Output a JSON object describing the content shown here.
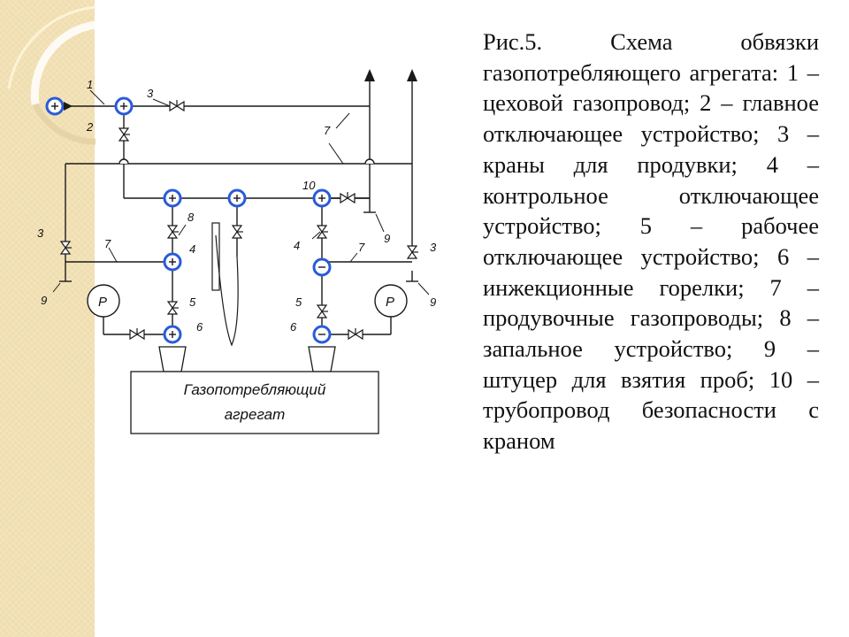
{
  "caption": "Рис.5. Схема обвязки газопотребляющего агрегата: 1 – цеховой газопровод; 2 – главное отключающее устройство; 3 – краны для продувки; 4 – контрольное отключающее устройство; 5 – рабочее отключающее устройство; 6 – инжекционные горелки; 7 – продувочные газопроводы; 8 – запальное устройство; 9 – штуцер для взятия проб; 10 – трубопровод безопасности с краном",
  "diagram": {
    "unit_label_line1": "Газопотребляющий",
    "unit_label_line2": "агрегат",
    "manometer_label": "P",
    "labels": {
      "n1": "1",
      "n2": "2",
      "n3": "3",
      "n4": "4",
      "n5": "5",
      "n6": "6",
      "n7": "7",
      "n8": "8",
      "n9": "9",
      "n10": "10"
    }
  },
  "colors": {
    "stripe": "#f0deb0",
    "node_ring": "#2a5bd7",
    "line": "#1a1a1a"
  }
}
